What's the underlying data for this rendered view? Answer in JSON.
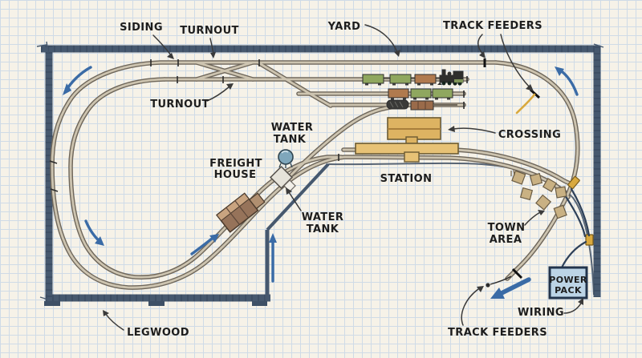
{
  "diagram_title": "Hand-drawn model railroad layout track plan on graph paper",
  "labels": {
    "siding": "SIDING",
    "turnout_upper": "TURNOUT",
    "turnout_lower": "TURNOUT",
    "yard": "YARD",
    "track_feeders_upper": "TRACK FEEDERS",
    "crossing": "CROSSING",
    "water_tank_upper": {
      "line1": "WATER",
      "line2": "TANK"
    },
    "freight_house": {
      "line1": "FREIGHT",
      "line2": "HOUSE"
    },
    "water_tank_lower": {
      "line1": "WATER",
      "line2": "TANK"
    },
    "station": "STATION",
    "town_area": {
      "line1": "TOWN",
      "line2": "AREA"
    },
    "power_pack": {
      "line1": "POWER",
      "line2": "PACK"
    },
    "wiring": "WIRING",
    "track_feeders_lower": "TRACK FEEDERS",
    "legwood": "LEGWOOD"
  },
  "colors": {
    "paper": "#f6f2e8",
    "grid": "#cfdbe7",
    "benchwork_frame": "#46586e",
    "track_rail": "#6e665a",
    "track_ballast": "#cdc4b0",
    "direction_arrow_blue": "#3a6ba6",
    "label_text": "#1d1d1d",
    "station_tan": "#ddb362",
    "freight_house_brown": "#96735a",
    "town_building_tan": "#c9b183",
    "water_tank_blue": "#7fa7bc",
    "power_pack_fill": "#bcd4e6",
    "wiring_navy": "#2e4058",
    "feeder_wire_yellow": "#d9a93e",
    "car_green": "#8fa75f",
    "car_brown": "#b07a4e",
    "loco_black": "#2e2e2c"
  },
  "structures": {
    "benchwork": "rectangular table with notched aisle cut-out at bottom center, leg pads along front edge",
    "leg_pads_count": 3,
    "water_tanks_count": 2,
    "town_buildings_count": 7,
    "yard_tracks_count": 4
  },
  "yard_trains": [
    {
      "track": 1,
      "cars": [
        "green boxcar",
        "green boxcar",
        "brown boxcar",
        "black locomotive"
      ]
    },
    {
      "track": 2,
      "cars": [
        "brown boxcar",
        "green boxcar",
        "green boxcar"
      ]
    },
    {
      "track": 3,
      "cars": [
        "black tank car",
        "brown boxcar"
      ]
    }
  ],
  "direction_arrows": [
    "top-left curve pointing down-left",
    "inside balloon loop pointing down-right",
    "below freight house pointing up-right",
    "vertical along notch edge pointing up",
    "right side curve pointing up",
    "bottom-right thick arrow pointing down-left"
  ],
  "electrical": {
    "power_pack_label": "POWER PACK",
    "feeder_points_count": 3,
    "feeder_wire_color": "#d9a93e"
  }
}
